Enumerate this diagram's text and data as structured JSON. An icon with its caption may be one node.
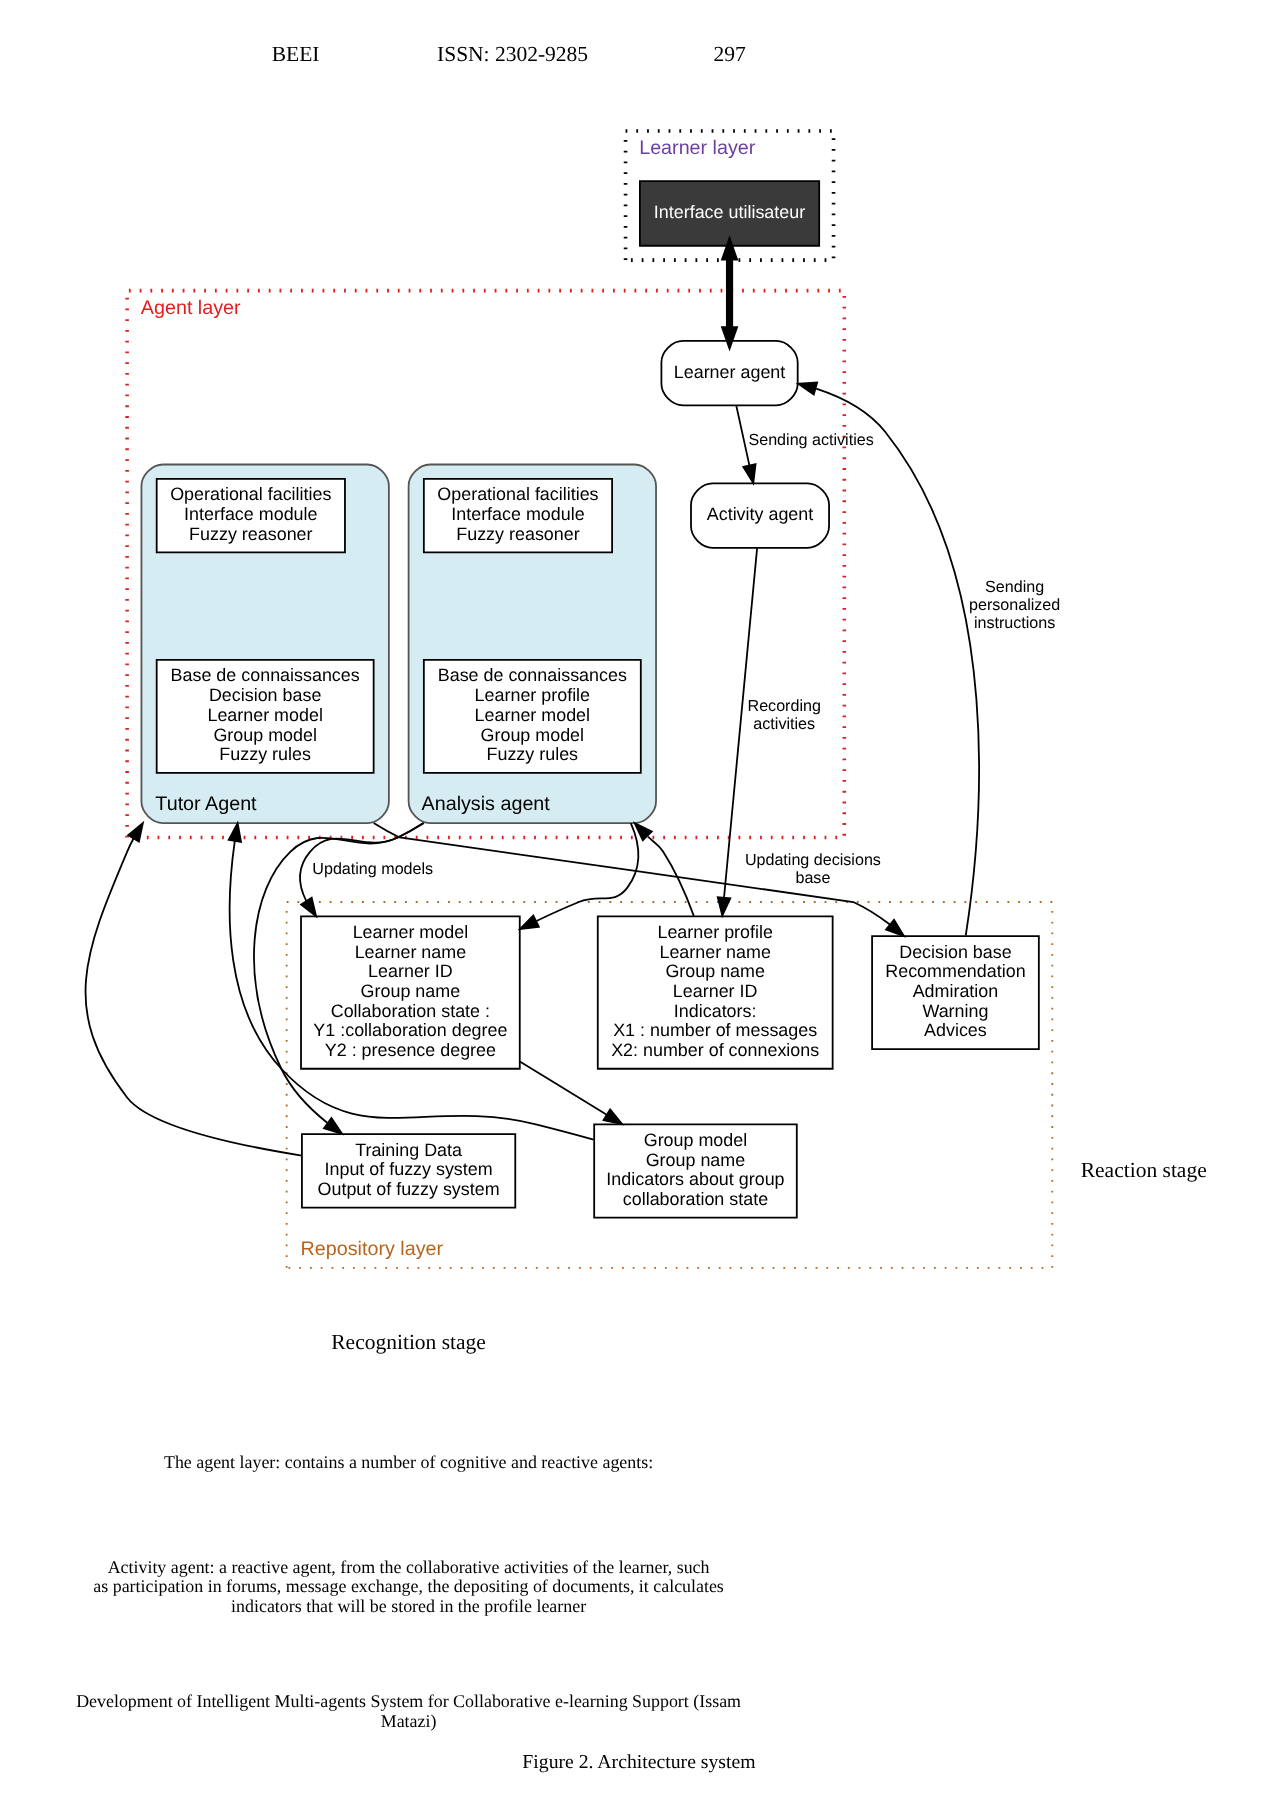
{
  "diagram": {
    "caption": "Figure 2. Architecture system",
    "nodes": [
      {
        "text": [
          "Learner layer"
        ]
      },
      {
        "text": [
          "Interface utilisateur"
        ],
        "in": 0
      },
      {
        "text": [
          "Agent layer"
        ]
      },
      {
        "text": [
          "Learner agent"
        ],
        "in": 2
      },
      {
        "text": [
          "Activity agent"
        ],
        "in": 2
      },
      {
        "text": [
          "Analysis agent"
        ],
        "in": 2
      },
      {
        "text": [
          "Operational facilities",
          "Interface module",
          "Fuzzy reasoner"
        ],
        "in": 5
      },
      {
        "text": [
          "Base de connaissances",
          "Learner profile",
          "Learner model",
          "Group model",
          "Fuzzy rules"
        ],
        "in": 5
      },
      {
        "text": [
          "Tutor Agent"
        ],
        "in": 2
      },
      {
        "text": [
          "Operational facilities",
          "Interface module",
          "Fuzzy reasoner"
        ],
        "in": 8
      },
      {
        "text": [
          "Base de connaissances",
          "Decision base",
          "Learner model",
          "Group model",
          "Fuzzy rules"
        ],
        "in": 8
      },
      {
        "text": [
          "Repository layer"
        ]
      },
      {
        "text": [
          "Learner profile",
          "Learner name",
          "Group name",
          "Learner ID",
          "Indicators:",
          "X1 : number of messages",
          "X2: number of connexions"
        ],
        "in": 11
      },
      {
        "text": [
          "Learner model",
          "Learner name",
          "Learner ID",
          "Group name",
          "Collaboration state :",
          "Y1 :collaboration degree",
          "Y2 : presence degree"
        ],
        "in": 11
      },
      {
        "text": [
          "Decision base",
          "Recommendation",
          "Admiration",
          "Warning",
          "Advices"
        ],
        "in": 11
      },
      {
        "text": [
          "Group model",
          "Group name",
          "Indicators about group collaboration state"
        ],
        "in": 11
      },
      {
        "text": [
          "Training Data",
          "Input of fuzzy system",
          "Output of fuzzy system"
        ],
        "in": 11
      }
    ],
    "edges": [
      {
        "from": 1,
        "to": 3,
        "arrow": "both",
        "style": "thick"
      },
      {
        "from": 3,
        "to": 4,
        "label": "Sending activities",
        "arrow": "to"
      },
      {
        "from": 14,
        "to": 3,
        "label": "Sending personalized instructions",
        "arrow": "to"
      },
      {
        "from": 4,
        "to": 12,
        "label": "Recording activities",
        "arrow": "to"
      },
      {
        "from": 12,
        "to": 5,
        "arrow": "to"
      },
      {
        "from": 5,
        "to": 13,
        "label": "Updating models",
        "arrow": "to"
      },
      {
        "from": 5,
        "to": 13,
        "arrow": "to"
      },
      {
        "from": 5,
        "to": 16,
        "arrow": "to"
      },
      {
        "from": 13,
        "to": 15,
        "arrow": "to"
      },
      {
        "from": 8,
        "to": 14,
        "label": "Updating decisions base",
        "arrow": "to"
      },
      {
        "from": 15,
        "to": 8,
        "arrow": "to"
      },
      {
        "from": 16,
        "to": 8,
        "arrow": "to"
      }
    ],
    "labels": [
      "BEEI",
      "ISSN: 2302-9285",
      "297",
      "Reaction stage",
      "Recognition stage",
      "The agent layer: contains a number of cognitive and reactive agents:",
      "Activity agent: a reactive agent, from the collaborative activities of the learner, such as participation in forums, message exchange, the depositing of documents, it calculates indicators that will be stored in the profile learner",
      "Development of Intelligent Multi-agents System for Collaborative e-learning Support (Issam Matazi)"
    ]
  }
}
